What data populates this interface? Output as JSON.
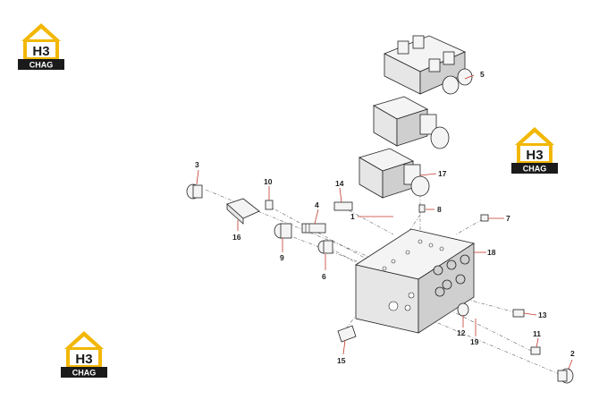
{
  "brand": {
    "logo_letters": "H3",
    "logo_text": "CHAG",
    "colors": {
      "roof": "#f2b705",
      "body": "#1a1a1a",
      "text": "#ffffff"
    }
  },
  "callouts": [
    "1",
    "2",
    "3",
    "4",
    "5",
    "6",
    "7",
    "8",
    "9",
    "10",
    "11",
    "12",
    "13",
    "14",
    "15",
    "16",
    "17",
    "18",
    "19"
  ]
}
